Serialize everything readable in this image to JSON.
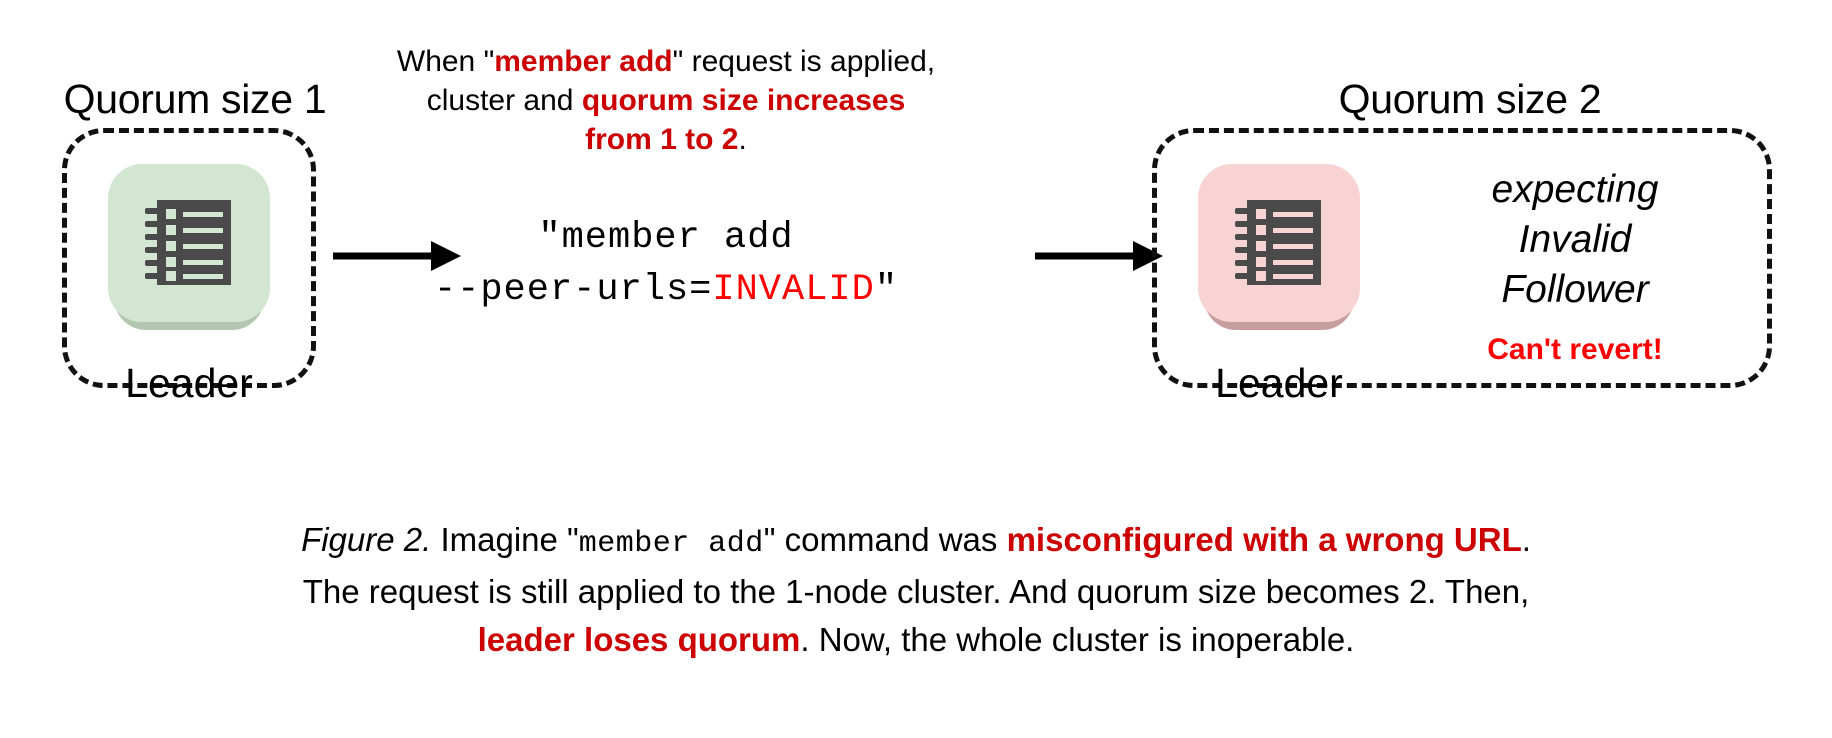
{
  "figure": {
    "background_color": "#ffffff",
    "accent_red": "#CC0000",
    "alert_red": "#FF0000"
  },
  "left_cluster": {
    "title": "Quorum size 1",
    "node": {
      "label": "Leader",
      "icon": "node-ledger-icon",
      "tile_color": "#d3e6d1",
      "shadow_color": "#b4c7b1"
    }
  },
  "right_cluster": {
    "title": "Quorum size 2",
    "node": {
      "label": "Leader",
      "icon": "node-ledger-icon",
      "tile_color": "#f7d3d3",
      "shadow_color": "#c79e9e"
    },
    "status_lines": [
      "expecting",
      "Invalid",
      "Follower"
    ],
    "alert": "Can't revert!"
  },
  "top_annotation": {
    "line1_pre": "When \"",
    "line1_red": "member add",
    "line1_post": "\" request is applied,",
    "line2_pre": "cluster and ",
    "line2_red": "quorum size increases",
    "line3_red": "from 1 to 2",
    "line3_post": "."
  },
  "command": {
    "line1": "\"member add",
    "line2_pre": "--peer-urls=",
    "line2_invalid": "INVALID",
    "line2_post": "\""
  },
  "arrows": {
    "left_arrow": "arrow-right-icon",
    "right_arrow": "arrow-right-icon"
  },
  "caption": {
    "figure_number": "Figure 2.",
    "l1_a": " Imagine \"",
    "l1_mono": "member add",
    "l1_b": "\" command was ",
    "l1_red": "misconfigured with a wrong URL",
    "l1_c": ".",
    "l2": "The request is still applied to the 1-node cluster. And quorum size becomes 2. Then,",
    "l3_red": "leader loses quorum",
    "l3_post": ". Now, the whole cluster is inoperable."
  }
}
